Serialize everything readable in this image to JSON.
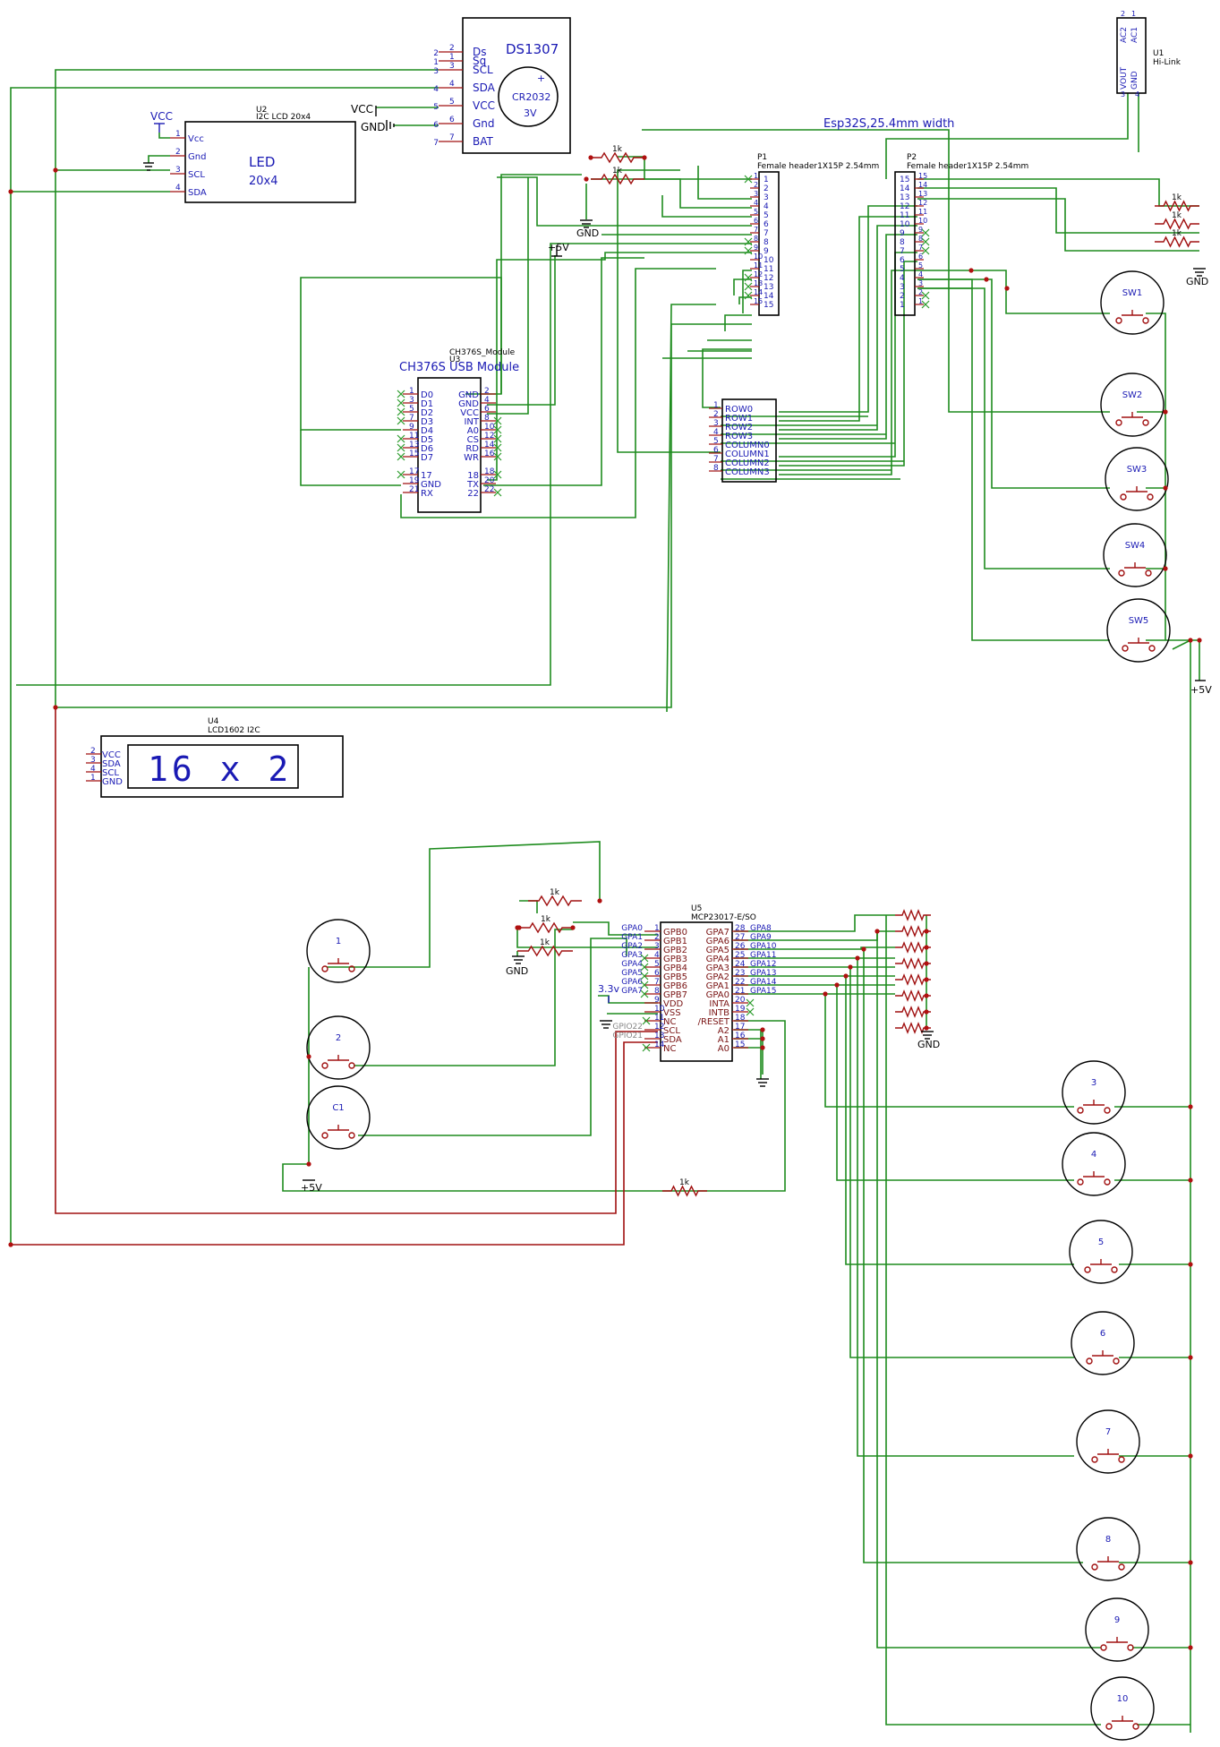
{
  "ds1307": {
    "title": "DS1307",
    "battery": "CR2032",
    "voltage": "3V",
    "plus": "+",
    "pins": [
      {
        "num": "2",
        "label": "Ds"
      },
      {
        "num": "1",
        "label": "Sq"
      },
      {
        "num": "3",
        "label": "SCL"
      },
      {
        "num": "4",
        "label": "SDA"
      },
      {
        "num": "5",
        "label": "VCC"
      },
      {
        "num": "6",
        "label": "Gnd"
      },
      {
        "num": "7",
        "label": "BAT"
      }
    ],
    "outer_nums": [
      "2",
      "1",
      "3",
      "4",
      "5",
      "6",
      "7"
    ],
    "vcc_label": "VCC",
    "gnd_label": "GND"
  },
  "lcd20x4": {
    "ref": "U2",
    "value": "I2C LCD 20x4",
    "line1": "LED",
    "line2": "20x4",
    "pins": [
      {
        "num": "1",
        "label": "Vcc"
      },
      {
        "num": "2",
        "label": "Gnd"
      },
      {
        "num": "3",
        "label": "SCL"
      },
      {
        "num": "4",
        "label": "SDA"
      }
    ],
    "vcc_label": "VCC"
  },
  "hilink": {
    "ref": "U1",
    "value": "Hi-Link",
    "pins": [
      "AC2",
      "AC1",
      "VOUT",
      "GND"
    ],
    "pin_nums": [
      "2",
      "1",
      "3",
      "4"
    ]
  },
  "esp": {
    "title": "Esp32S,25.4mm width",
    "p1_ref": "P1",
    "p1_value": "Female header1X15P 2.54mm",
    "p2_ref": "P2",
    "p2_value": "Female header1X15P 2.54mm",
    "p1_pins": [
      "1",
      "2",
      "3",
      "4",
      "5",
      "6",
      "7",
      "8",
      "9",
      "10",
      "11",
      "12",
      "13",
      "14",
      "15"
    ],
    "p2_pins": [
      "15",
      "14",
      "13",
      "12",
      "11",
      "10",
      "9",
      "8",
      "7",
      "6",
      "5",
      "4",
      "3",
      "2",
      "1"
    ]
  },
  "ch376": {
    "ref": "U3",
    "value": "CH376S_Module",
    "title": "CH376S USB Module",
    "left_pins": [
      {
        "num": "1",
        "label": "D0"
      },
      {
        "num": "3",
        "label": "D1"
      },
      {
        "num": "5",
        "label": "D2"
      },
      {
        "num": "7",
        "label": "D3"
      },
      {
        "num": "9",
        "label": "D4"
      },
      {
        "num": "11",
        "label": "D5"
      },
      {
        "num": "13",
        "label": "D6"
      },
      {
        "num": "15",
        "label": "D7"
      },
      {
        "num": "17",
        "label": "17"
      },
      {
        "num": "19",
        "label": "GND"
      },
      {
        "num": "21",
        "label": "RX"
      }
    ],
    "right_pins": [
      {
        "num": "2",
        "label": "GND"
      },
      {
        "num": "4",
        "label": "GND"
      },
      {
        "num": "6",
        "label": "VCC"
      },
      {
        "num": "8",
        "label": "INT"
      },
      {
        "num": "10",
        "label": "A0"
      },
      {
        "num": "12",
        "label": "CS"
      },
      {
        "num": "14",
        "label": "RD"
      },
      {
        "num": "16",
        "label": "WR"
      },
      {
        "num": "18",
        "label": "18"
      },
      {
        "num": "20",
        "label": "TX"
      },
      {
        "num": "22",
        "label": "22"
      }
    ]
  },
  "keypad": {
    "pins": [
      {
        "num": "1",
        "label": "ROW0"
      },
      {
        "num": "2",
        "label": "ROW1"
      },
      {
        "num": "3",
        "label": "ROW2"
      },
      {
        "num": "4",
        "label": "ROW3"
      },
      {
        "num": "5",
        "label": "COLUMN0"
      },
      {
        "num": "6",
        "label": "COLUMN1"
      },
      {
        "num": "7",
        "label": "COLUMN2"
      },
      {
        "num": "8",
        "label": "COLUMN3"
      }
    ]
  },
  "lcd1602": {
    "ref": "U4",
    "value": "LCD1602 I2C",
    "display": "16 x 2",
    "pins": [
      {
        "num": "2",
        "label": "VCC"
      },
      {
        "num": "3",
        "label": "SDA"
      },
      {
        "num": "4",
        "label": "SCL"
      },
      {
        "num": "1",
        "label": "GND"
      }
    ]
  },
  "mcp": {
    "ref": "U5",
    "value": "MCP23017-E/SO",
    "left_pins": [
      {
        "num": "1",
        "label": "GPB0",
        "net": "GPA0"
      },
      {
        "num": "2",
        "label": "GPB1",
        "net": "GPA1"
      },
      {
        "num": "3",
        "label": "GPB2",
        "net": "GPA2"
      },
      {
        "num": "4",
        "label": "GPB3",
        "net": "GPA3"
      },
      {
        "num": "5",
        "label": "GPB4",
        "net": "GPA4"
      },
      {
        "num": "6",
        "label": "GPB5",
        "net": "GPA5"
      },
      {
        "num": "7",
        "label": "GPB6",
        "net": "GPA6"
      },
      {
        "num": "8",
        "label": "GPB7",
        "net": "GPA7"
      },
      {
        "num": "9",
        "label": "VDD",
        "net": ""
      },
      {
        "num": "10",
        "label": "VSS",
        "net": ""
      },
      {
        "num": "11",
        "label": "NC",
        "net": ""
      },
      {
        "num": "12",
        "label": "SCL",
        "net": "GPIO22"
      },
      {
        "num": "13",
        "label": "SDA",
        "net": "GPIO21"
      },
      {
        "num": "14",
        "label": "NC",
        "net": ""
      }
    ],
    "right_pins": [
      {
        "num": "28",
        "label": "GPA7",
        "net": "GPA8"
      },
      {
        "num": "27",
        "label": "GPA6",
        "net": "GPA9"
      },
      {
        "num": "26",
        "label": "GPA5",
        "net": "GPA10"
      },
      {
        "num": "25",
        "label": "GPA4",
        "net": "GPA11"
      },
      {
        "num": "24",
        "label": "GPA3",
        "net": "GPA12"
      },
      {
        "num": "23",
        "label": "GPA2",
        "net": "GPA13"
      },
      {
        "num": "22",
        "label": "GPA1",
        "net": "GPA14"
      },
      {
        "num": "21",
        "label": "GPA0",
        "net": "GPA15"
      },
      {
        "num": "20",
        "label": "INTA",
        "net": ""
      },
      {
        "num": "19",
        "label": "INTB",
        "net": ""
      },
      {
        "num": "18",
        "label": "/RESET",
        "net": ""
      },
      {
        "num": "17",
        "label": "A2",
        "net": ""
      },
      {
        "num": "16",
        "label": "A1",
        "net": ""
      },
      {
        "num": "15",
        "label": "A0",
        "net": ""
      }
    ],
    "vdd_label": "3.3v"
  },
  "switches_top": [
    "SW1",
    "SW2",
    "SW3",
    "SW4",
    "SW5"
  ],
  "switches_left": [
    "1",
    "2",
    "C1"
  ],
  "switches_bottom": [
    "3",
    "4",
    "5",
    "6",
    "7",
    "8",
    "9",
    "10"
  ],
  "labels": {
    "res": "1k",
    "gnd": "GND",
    "p5v": "+5V"
  }
}
